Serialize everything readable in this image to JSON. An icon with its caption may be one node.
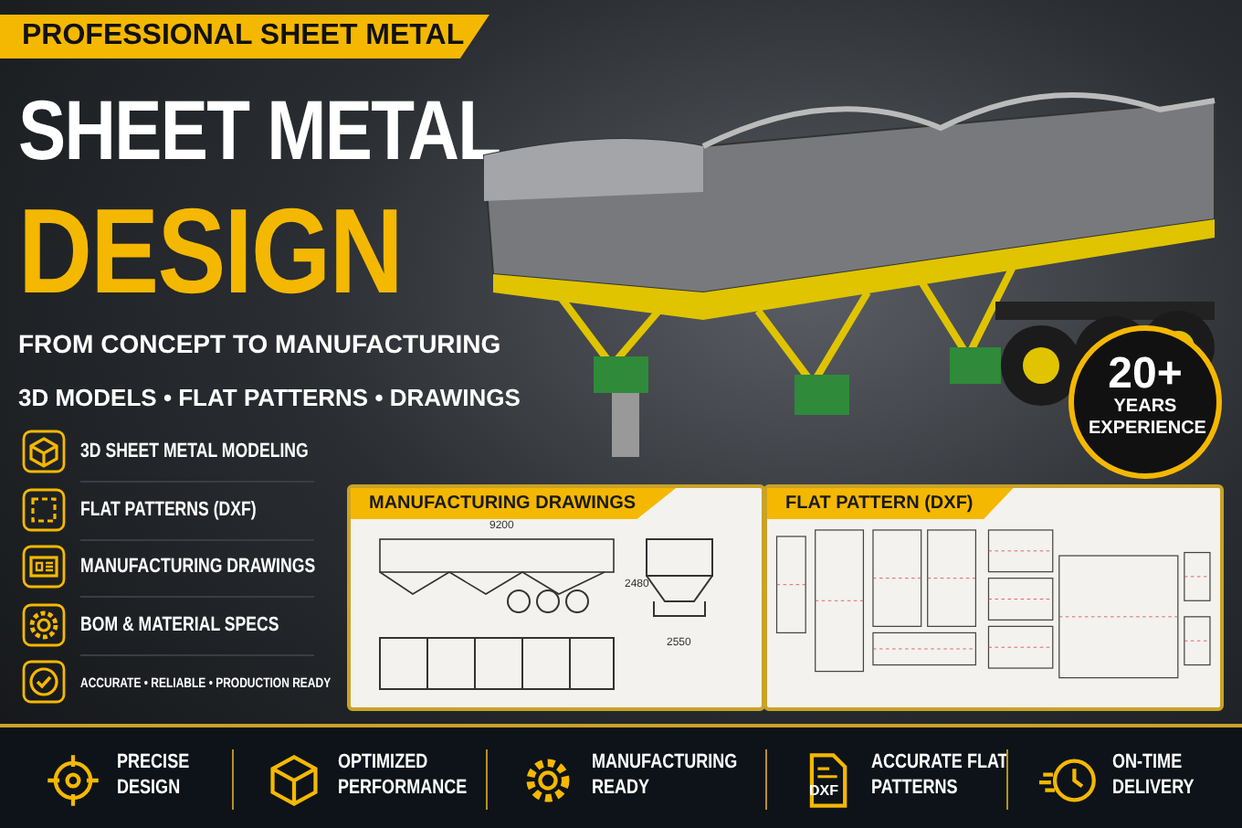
{
  "diagram": {
    "title": "SHEET METAL DESIGN",
    "nodes": [
      {
        "text": [
          "MANUFACTURING DRAWINGS"
        ]
      },
      {
        "text": [
          "FLAT PATTERN (DXF)"
        ]
      },
      {
        "text": [
          "20+",
          "YEARS EXPERIENCE"
        ]
      }
    ],
    "labels": [
      "PROFESSIONAL SHEET METAL",
      "FROM CONCEPT TO MANUFACTURING",
      "3D MODELS • FLAT PATTERNS • DRAWINGS",
      "3D SHEET METAL MODELING",
      "FLAT PATTERNS (DXF)",
      "MANUFACTURING DRAWINGS",
      "BOM & MATERIAL SPECS",
      "ACCURATE • RELIABLE • PRODUCTION READY",
      "9200",
      "2480",
      "2550",
      "PRECISE DESIGN",
      "OPTIMIZED PERFORMANCE",
      "MANUFACTURING READY",
      "DXF",
      "ACCURATE FLAT PATTERNS",
      "ON-TIME DELIVERY"
    ]
  }
}
